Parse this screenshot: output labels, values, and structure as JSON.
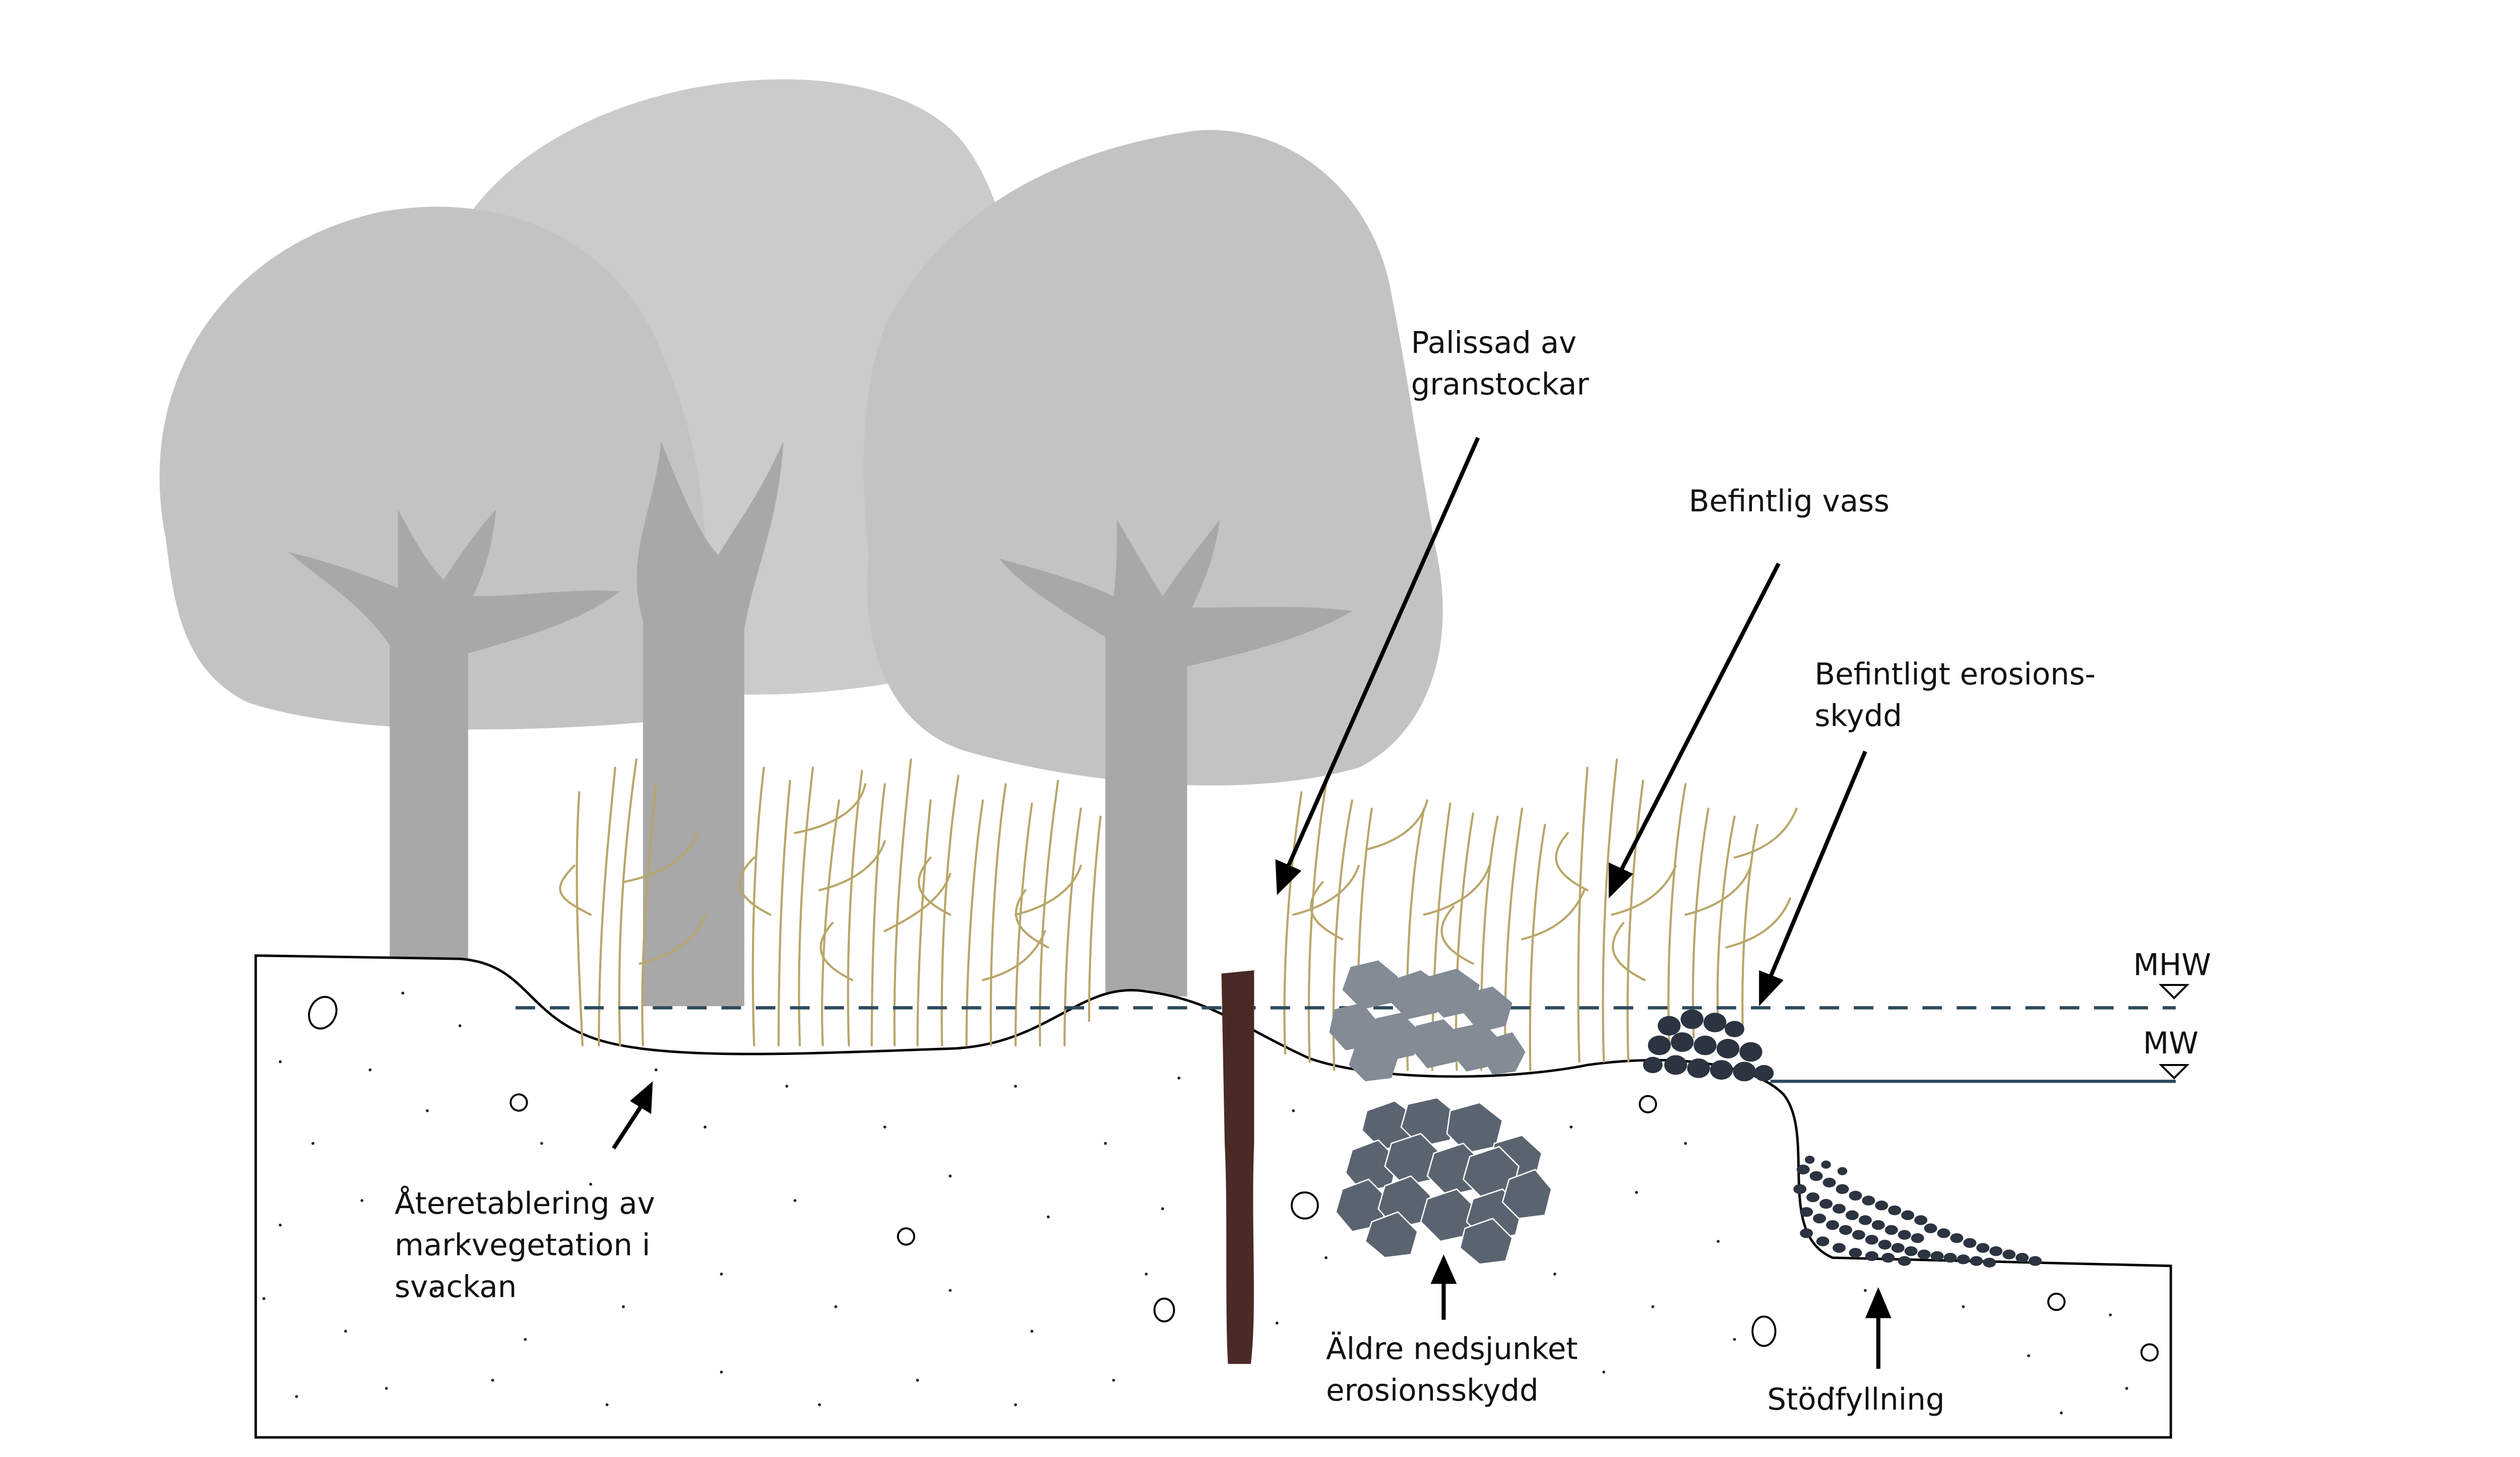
{
  "labels": {
    "palissad": [
      "Palissad av",
      "granstockar"
    ],
    "vass": [
      "Befintlig vass"
    ],
    "erosionsskydd": [
      "Befintligt erosions-",
      "skydd"
    ],
    "mhw": "MHW",
    "mw": "MW",
    "ateretablering": [
      "Återetablering av",
      "markvegetation i",
      "svackan"
    ],
    "aldre": [
      "Äldre nedsjunket",
      "erosionsskydd"
    ],
    "stodfyllning": "Stödfyllning"
  },
  "colors": {
    "tree_crown_back": "#cbcbcb",
    "tree_crown_front": "#c3c3c3",
    "tree_trunk": "#a8a8a8",
    "reed": "#b9a66a",
    "water_line": "#2f4a5e",
    "stone_light": "#838b95",
    "stone_mid": "#5a6470",
    "stone_dark": "#2b3440",
    "log": "#4a2a24",
    "ground_outline": "#000000"
  }
}
